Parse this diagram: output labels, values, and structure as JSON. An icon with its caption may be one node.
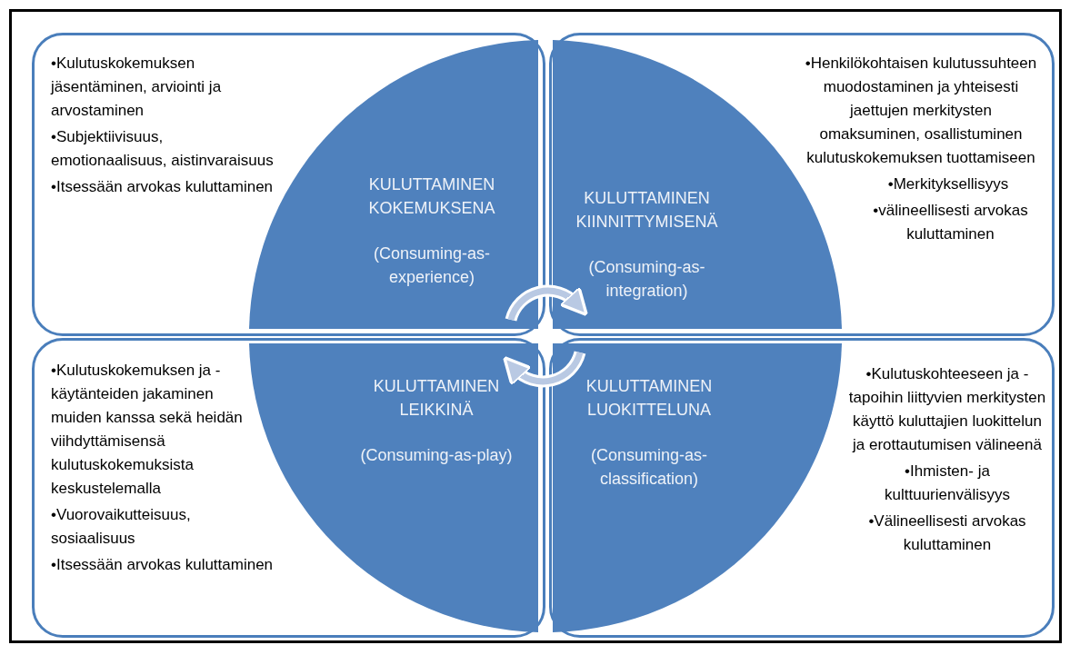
{
  "diagram": {
    "nodes": [
      {
        "text": [
          "•Kulutuskokemuksen jäsentäminen, arviointi ja arvostaminen",
          "•Subjektiivisuus, emotionaalisuus, aistinvaraisuus",
          "•Itsessään arvokas kuluttaminen"
        ]
      },
      {
        "text": [
          "•Henkilökohtaisen kulutussuhteen muodostaminen ja yhteisesti jaettujen merkitysten omaksuminen, osallistuminen kulutuskokemuksen tuottamiseen",
          "•Merkityksellisyys",
          "•välineellisesti arvokas kuluttaminen"
        ]
      },
      {
        "text": [
          "•Kulutuskokemuksen ja -käytänteiden jakaminen muiden kanssa sekä heidän viihdyttämisensä kulutuskokemuksista keskustelemalla",
          "•Vuorovaikutteisuus, sosiaalisuus",
          "•Itsessään arvokas kuluttaminen"
        ]
      },
      {
        "text": [
          "•Kulutuskohteeseen ja -tapoihin liittyvien merkitysten käyttö kuluttajien luokittelun ja erottautumisen välineenä",
          "•Ihmisten- ja kulttuurienvälisyys",
          "•Välineellisesti arvokas kuluttaminen"
        ]
      },
      {
        "text": [
          "KULUTTAMINEN KOKEMUKSENA",
          "(Consuming-as-experience)"
        ],
        "in": 0
      },
      {
        "text": [
          "KULUTTAMINEN KIINNITTYMISENÄ",
          "(Consuming-as-integration)"
        ],
        "in": 1
      },
      {
        "text": [
          "KULUTTAMINEN LEIKKINÄ",
          "(Consuming-as-play)"
        ],
        "in": 2
      },
      {
        "text": [
          "KULUTTAMINEN LUOKITTELUNA",
          "(Consuming-as-classification)"
        ],
        "in": 3
      }
    ],
    "edges": [
      {
        "from": 4,
        "to": 5,
        "arrow": "to"
      },
      {
        "from": 7,
        "to": 6,
        "arrow": "to"
      }
    ]
  }
}
